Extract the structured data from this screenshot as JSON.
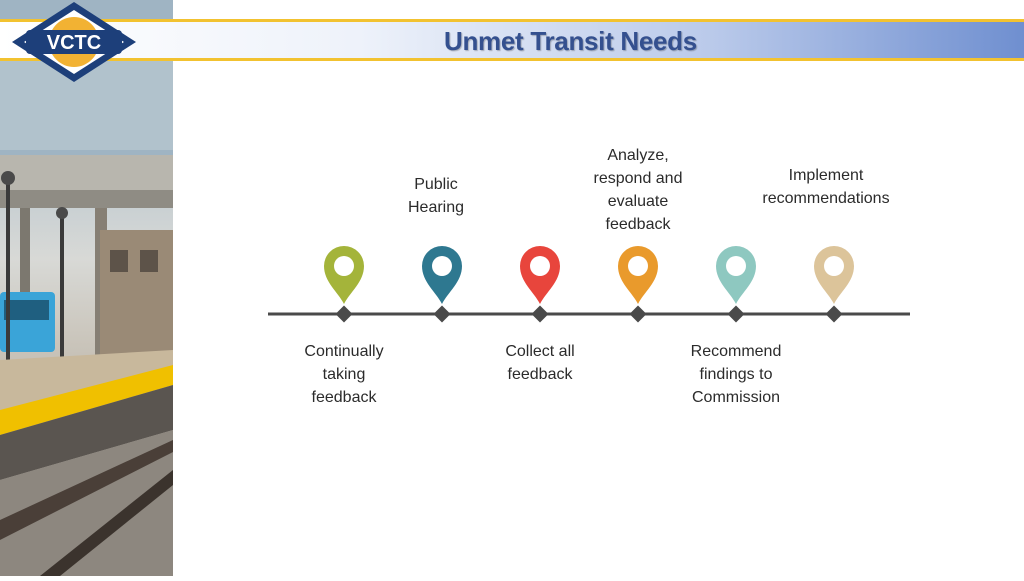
{
  "header": {
    "title": "Unmet Transit Needs",
    "logo_text": "VCTC"
  },
  "timeline": {
    "steps": [
      {
        "label": "Continually\ntaking\nfeedback",
        "position": "below",
        "color": "#a4b43a"
      },
      {
        "label": "Public\nHearing",
        "position": "above",
        "color": "#2e7890"
      },
      {
        "label": "Collect all\nfeedback",
        "position": "below",
        "color": "#e8453c"
      },
      {
        "label": "Analyze,\nrespond and\nevaluate\nfeedback",
        "position": "above",
        "color": "#e99a2c"
      },
      {
        "label": "Recommend\nfindings to\nCommission",
        "position": "below",
        "color": "#8ec8c0"
      },
      {
        "label": "Implement\nrecommendations",
        "position": "above",
        "color": "#dcc49a"
      }
    ],
    "line_color": "#4a4a4a"
  },
  "icons": {
    "marker": "map-pin-icon",
    "node": "diamond-node-icon"
  }
}
